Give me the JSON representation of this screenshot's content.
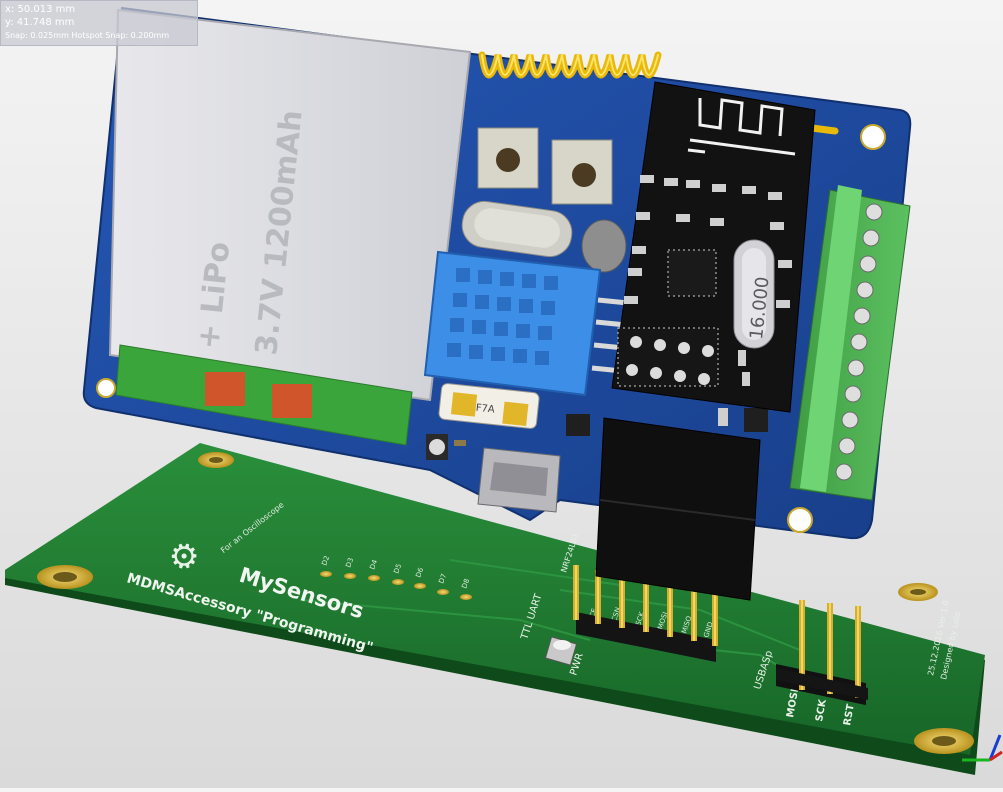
{
  "hud": {
    "x_readout": "x: 50.013 mm",
    "y_readout": "y: 41.748 mm",
    "snap_readout": "Snap: 0.025mm Hotspot Snap: 0.200mm"
  },
  "battery": {
    "label_line1": "+ LiPo",
    "label_line2": "3.7V 1200mAh"
  },
  "crystal": {
    "label": "16.000"
  },
  "fuse": {
    "label": "F7A"
  },
  "base_board": {
    "brand": "MySensors",
    "product": "MDMSAccessory \"Programming\"",
    "scope_note": "For an Oscilloscope",
    "ttl_label": "TTL UART",
    "pwr_label": "PWR",
    "nrf_label": "NRF24L01",
    "usbasp_label": "USBASp",
    "date_label": "25.12.2016 Ver 1.0",
    "designer_label": "Designed by Lolo",
    "pin_labels": [
      "MOSI",
      "SCK",
      "RST"
    ],
    "header_pin_labels": [
      "CE",
      "CSN",
      "SCK",
      "MOSI",
      "MISO",
      "GND"
    ],
    "test_point_labels": [
      "D2",
      "D3",
      "D4",
      "D5",
      "D6",
      "D7",
      "D8"
    ]
  },
  "colors": {
    "top_pcb": "#1f4a9c",
    "base_pcb": "#1e7a2f",
    "terminal": "#4caf50",
    "antenna": "#f2c40c",
    "nrf_module": "#111111",
    "gold_pad": "#d4b23a"
  }
}
